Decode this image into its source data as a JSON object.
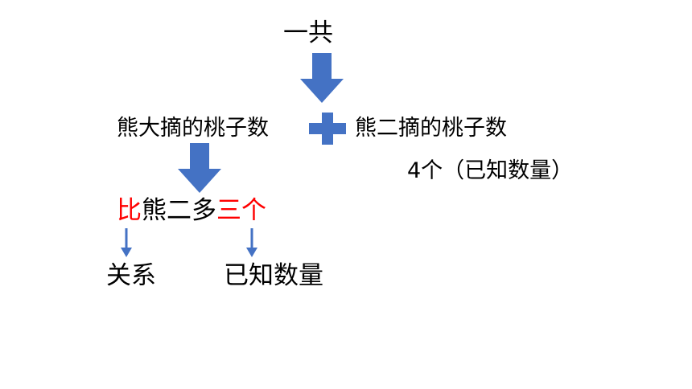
{
  "colors": {
    "arrow": "#4472c4",
    "highlight": "#ff0000",
    "text": "#000000"
  },
  "nodes": {
    "total": "一共",
    "part_a": "熊大摘的桃子数",
    "part_b": "熊二摘的桃子数",
    "part_b_note": "4个（已知数量）",
    "relation": {
      "compare_word": "比",
      "subject": "熊二多",
      "amount": "三个"
    },
    "annotation_relation": "关系",
    "annotation_known": "已知数量"
  },
  "icons": {
    "plus": "plus-icon",
    "arrow": "down-arrow-icon"
  }
}
